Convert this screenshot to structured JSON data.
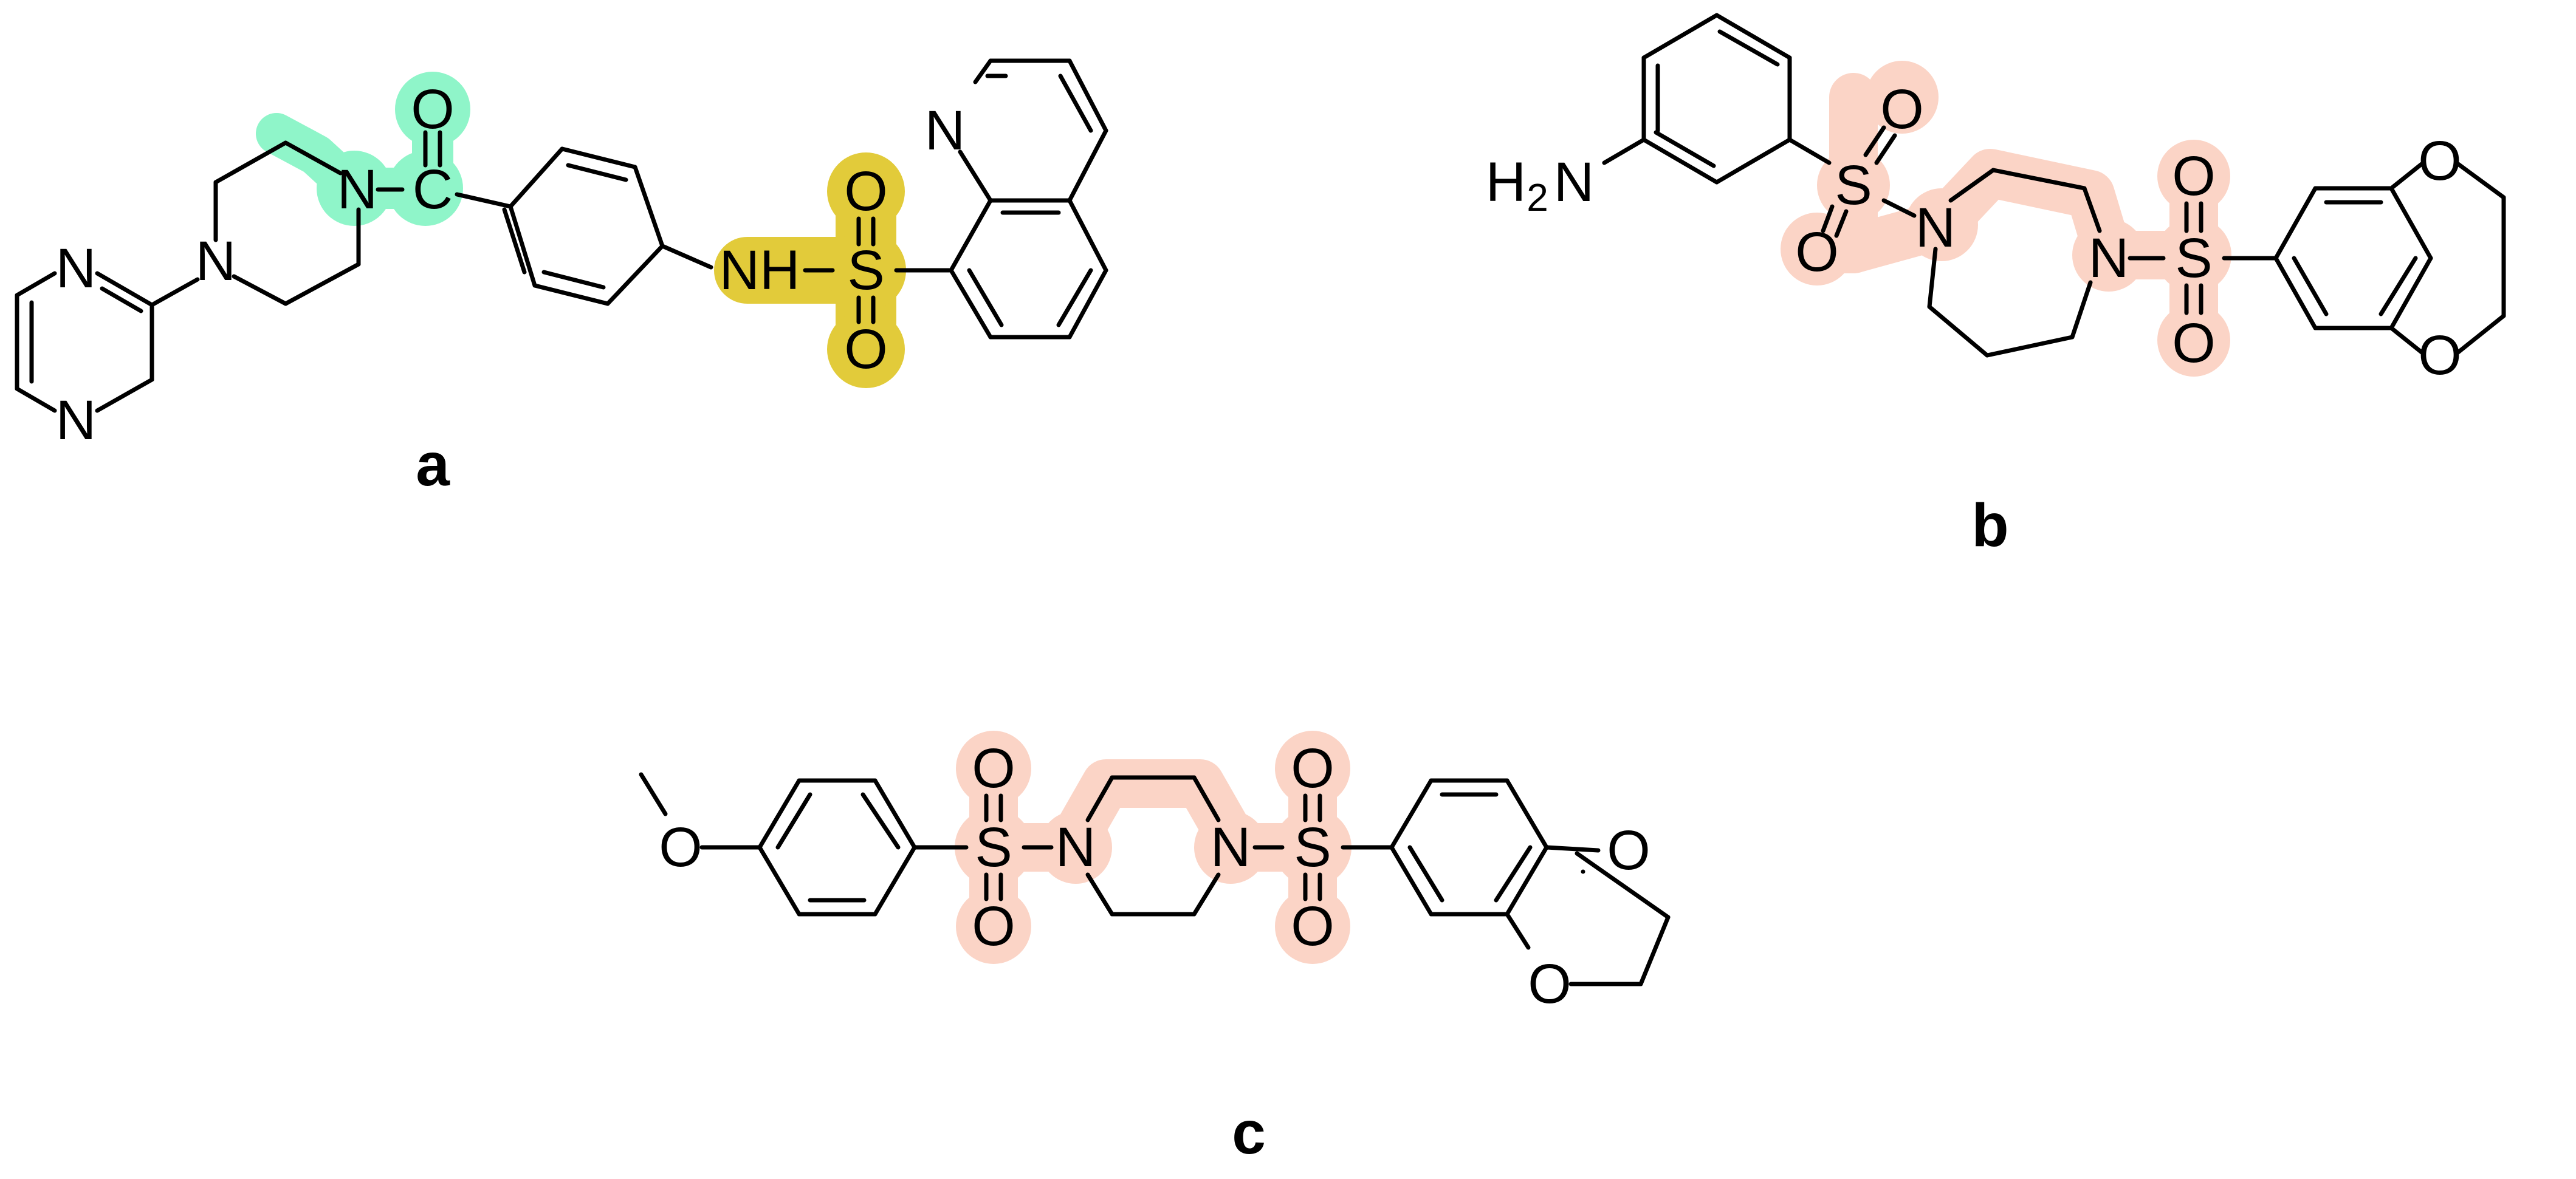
{
  "colors": {
    "amide_highlight": "#8ff5c9",
    "sulfonamide_highlight": "#e2cb3a",
    "disulfonyl_highlight": "#fbd4c6",
    "bond": "#000000"
  },
  "molecules": [
    {
      "label": "a",
      "atoms": {
        "pyrazine_n1": "N",
        "pyrazine_n4": "N",
        "piperazine_n_left": "N",
        "piperazine_n_right": "N",
        "carbonyl_c": "C",
        "carbonyl_o": "O",
        "sulfonamide_nh_n": "NH",
        "sulfonamide_s": "S",
        "sulfonyl_o_top": "O",
        "sulfonyl_o_bottom": "O",
        "quinoline_n": "N"
      }
    },
    {
      "label": "b",
      "atoms": {
        "amine_h": "H",
        "amine_sub": "2",
        "amine_n": "N",
        "sulfonyl1_s": "S",
        "sulfonyl1_o_top": "O",
        "sulfonyl1_o_bottom": "O",
        "diazepane_n_left": "N",
        "diazepane_n_right": "N",
        "sulfonyl2_s": "S",
        "sulfonyl2_o_top": "O",
        "sulfonyl2_o_bottom": "O",
        "dioxane_o_top": "O",
        "dioxane_o_bottom": "O"
      }
    },
    {
      "label": "c",
      "atoms": {
        "methoxy_o": "O",
        "sulfonyl1_s": "S",
        "sulfonyl1_o_top": "O",
        "sulfonyl1_o_bottom": "O",
        "piperazine_n_left": "N",
        "piperazine_n_right": "N",
        "sulfonyl2_s": "S",
        "sulfonyl2_o_top": "O",
        "sulfonyl2_o_bottom": "O",
        "dioxane_o_top": "O",
        "dioxane_o_bottom": "O"
      }
    }
  ]
}
